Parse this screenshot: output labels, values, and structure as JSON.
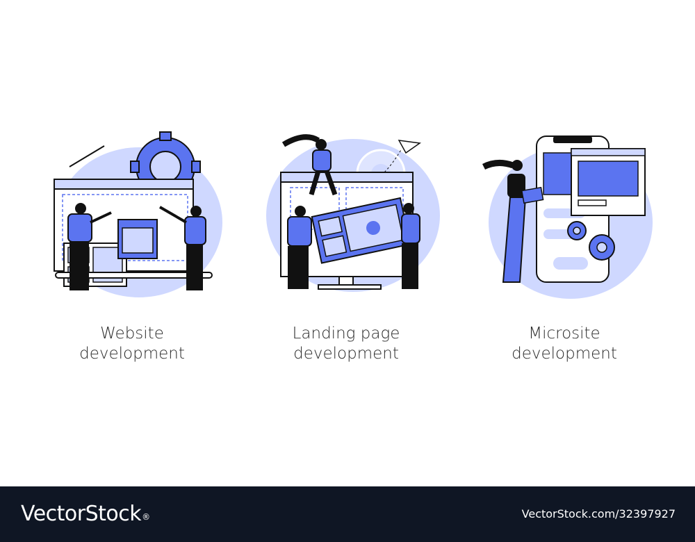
{
  "colors": {
    "accent": "#5b74f0",
    "light_blue": "#cfd8ff",
    "outline": "#111111",
    "footer_bg": "#0f1624"
  },
  "illustrations": [
    {
      "caption_line1": "Website",
      "caption_line2": "development"
    },
    {
      "caption_line1": "Landing page",
      "caption_line2": "development"
    },
    {
      "caption_line1": "Microsite",
      "caption_line2": "development"
    }
  ],
  "footer": {
    "brand": "VectorStock",
    "trademark": "®",
    "image_ref": "VectorStock.com/32397927"
  }
}
